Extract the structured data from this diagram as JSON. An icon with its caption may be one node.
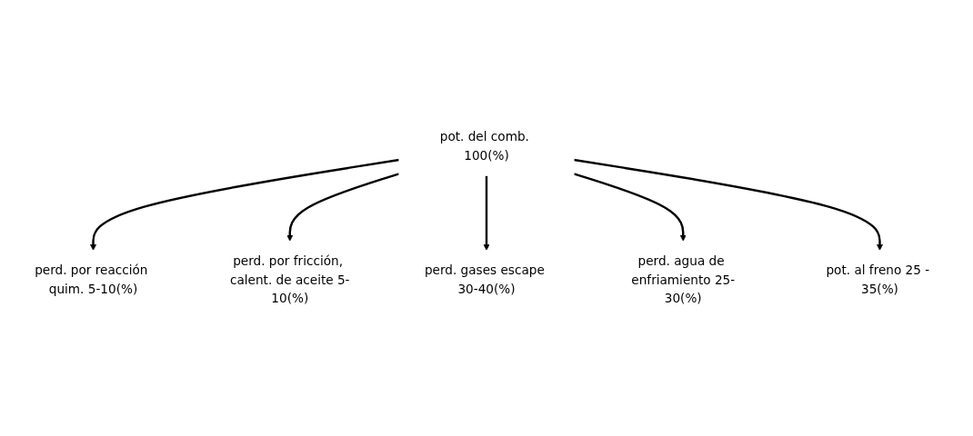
{
  "diagram": {
    "nodes": [
      {
        "text": [
          "pot. del comb. 100(%)"
        ]
      },
      {
        "text": [
          "perd. por reacción quim. 5-10(%)"
        ]
      },
      {
        "text": [
          "perd. por fricción, calent. de aceite 5-10(%)"
        ]
      },
      {
        "text": [
          "perd. gases escape 30-40(%)"
        ]
      },
      {
        "text": [
          "perd. agua de enfriamiento 25-30(%)"
        ]
      },
      {
        "text": [
          "pot. al freno 25 - 35(%)"
        ]
      }
    ],
    "edges": [
      {
        "from": 0,
        "to": 1,
        "arrow": "to"
      },
      {
        "from": 0,
        "to": 2,
        "arrow": "to"
      },
      {
        "from": 0,
        "to": 3,
        "arrow": "to"
      },
      {
        "from": 0,
        "to": 4,
        "arrow": "to"
      },
      {
        "from": 0,
        "to": 5,
        "arrow": "to"
      }
    ]
  }
}
